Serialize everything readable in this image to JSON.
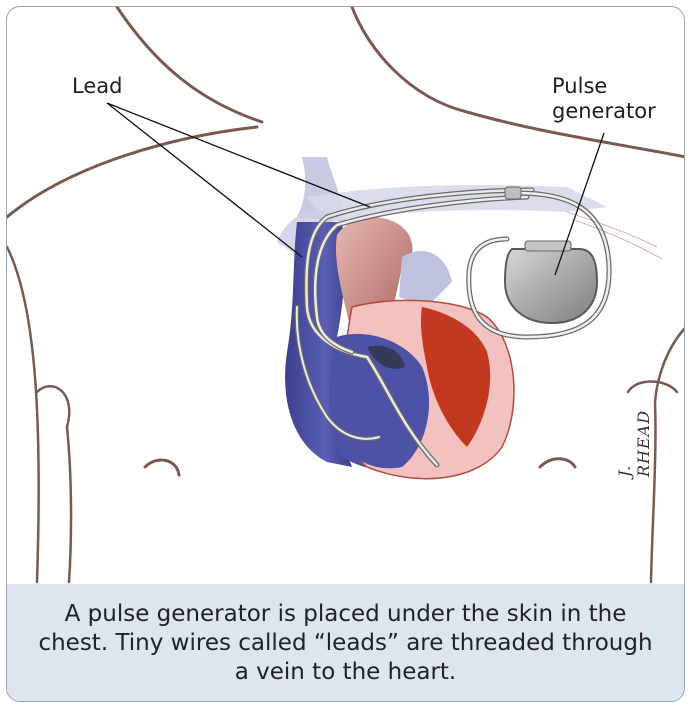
{
  "labels": {
    "lead": "Lead",
    "pulse_generator_line1": "Pulse",
    "pulse_generator_line2": "generator"
  },
  "signature": "J. RHEAD",
  "caption": "A pulse generator is placed under the skin in the chest. Tiny wires called “leads” are threaded through a vein to the heart.",
  "colors": {
    "frame_border": "#9aa3ad",
    "caption_bg": "#dce6ef",
    "body_outline": "#7a5a50",
    "vein_blue": "#4a4fa0",
    "aorta": "#c88f88",
    "right_ventricle_red": "#c23a24",
    "heart_pink": "#f2b8b8",
    "device_gray": "#a8a8a8"
  }
}
